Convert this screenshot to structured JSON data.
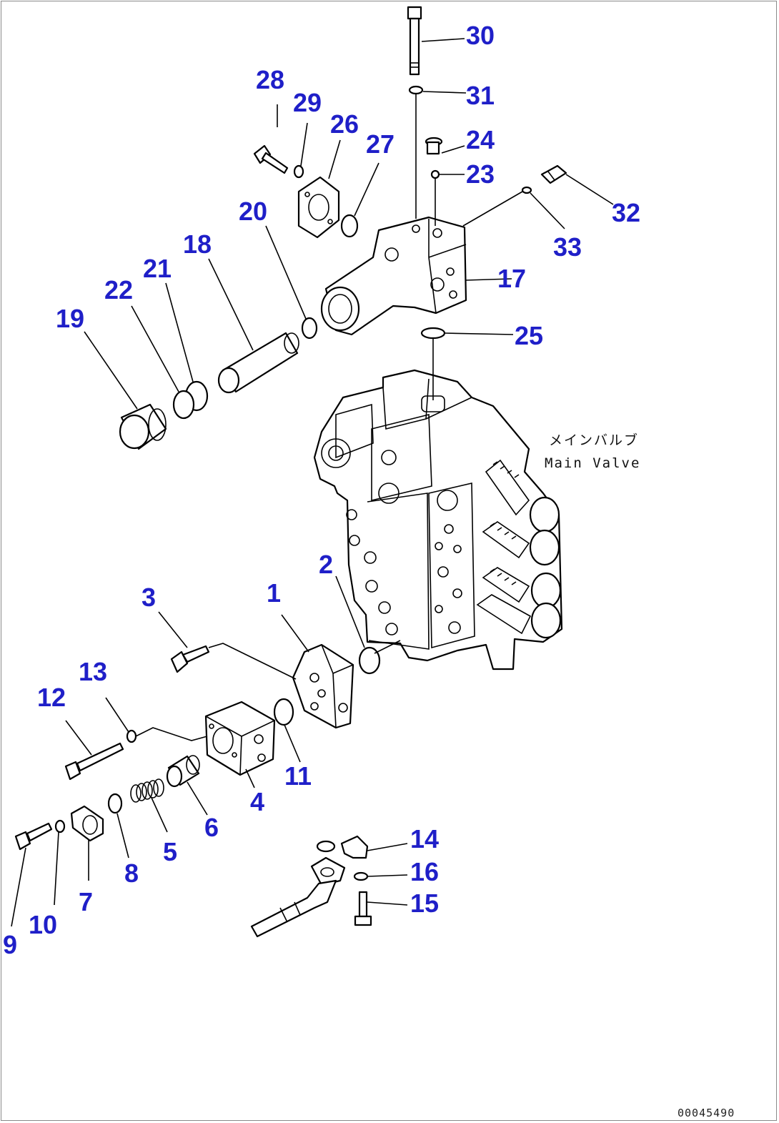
{
  "diagram": {
    "main_valve_label_jp": "メインバルブ",
    "main_valve_label_en": "Main Valve",
    "figure_code": "00045490",
    "callouts": [
      "1",
      "2",
      "3",
      "4",
      "5",
      "6",
      "7",
      "8",
      "9",
      "10",
      "11",
      "12",
      "13",
      "14",
      "15",
      "16",
      "17",
      "18",
      "19",
      "20",
      "21",
      "22",
      "23",
      "24",
      "25",
      "26",
      "27",
      "28",
      "29",
      "30",
      "31",
      "32",
      "33"
    ]
  }
}
